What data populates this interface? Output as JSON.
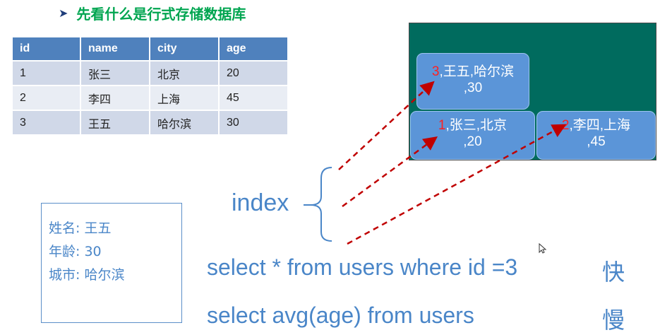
{
  "title": "先看什么是行式存储数据库",
  "table": {
    "headers": [
      "id",
      "name",
      "city",
      "age"
    ],
    "rows": [
      [
        "1",
        "张三",
        "北京",
        "20"
      ],
      [
        "2",
        "李四",
        "上海",
        "45"
      ],
      [
        "3",
        "王五",
        "哈尔滨",
        "30"
      ]
    ]
  },
  "tree": {
    "root": {
      "key": "3",
      "rest": ",王五,哈尔滨",
      "line2": ",30"
    },
    "left": {
      "key": "1",
      "rest": ",张三,北京",
      "line2": ",20"
    },
    "right": {
      "key": "2",
      "rest": ",李四,上海",
      "line2": ",45"
    }
  },
  "record": {
    "name": "姓名: 王五",
    "age": "年龄: 30",
    "city": "城市: 哈尔滨"
  },
  "index_label": "index",
  "queries": [
    {
      "sql": "select * from users where id =3",
      "speed": "快"
    },
    {
      "sql": "select avg(age) from users",
      "speed": "慢"
    }
  ],
  "colors": {
    "title_green": "#00a550",
    "header_blue": "#4f81bd",
    "tree_bg": "#006b5e",
    "node_blue": "#5b95d8",
    "arrow_red": "#c00000",
    "text_blue": "#4a86c8"
  }
}
